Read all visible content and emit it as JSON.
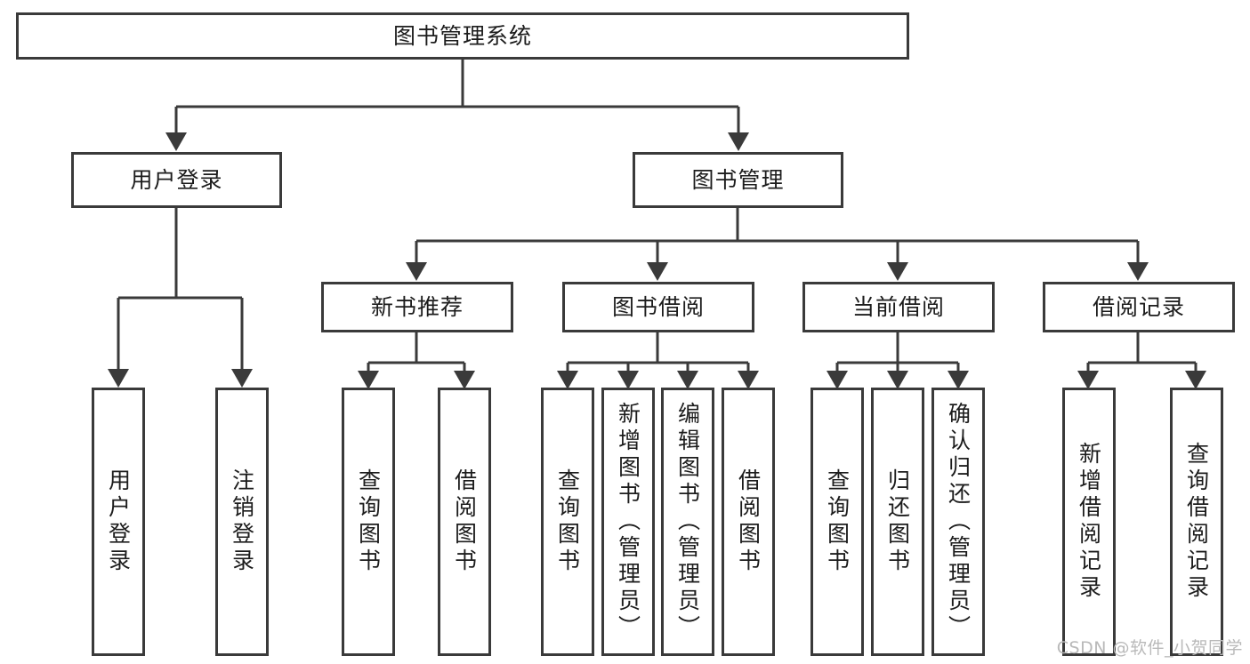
{
  "diagram": {
    "title": "图书管理系统",
    "type": "tree-hierarchy-chart",
    "nodes": {
      "root": {
        "label": "图书管理系统"
      },
      "level2": [
        {
          "label": "用户登录"
        },
        {
          "label": "图书管理"
        }
      ],
      "level3": [
        {
          "label": "新书推荐"
        },
        {
          "label": "图书借阅"
        },
        {
          "label": "当前借阅"
        },
        {
          "label": "借阅记录"
        }
      ],
      "leaves_user_login": [
        {
          "label": "用户登录"
        },
        {
          "label": "注销登录"
        }
      ],
      "leaves_new_book": [
        {
          "label": "查询图书"
        },
        {
          "label": "借阅图书"
        }
      ],
      "leaves_borrow": [
        {
          "label": "查询图书"
        },
        {
          "label": "新增图书（管理员）"
        },
        {
          "label": "编辑图书（管理员）"
        },
        {
          "label": "借阅图书"
        }
      ],
      "leaves_current": [
        {
          "label": "查询图书"
        },
        {
          "label": "归还图书"
        },
        {
          "label": "确认归还（管理员）"
        }
      ],
      "leaves_records": [
        {
          "label": "新增借阅记录"
        },
        {
          "label": "查询借阅记录"
        }
      ]
    },
    "colors": {
      "stroke": "#3a3a3a",
      "fill": "#ffffff",
      "text": "#1c1c1c",
      "watermark": "#b9b9b9"
    }
  },
  "watermark": {
    "text": "CSDN @软件_小贺同学"
  }
}
